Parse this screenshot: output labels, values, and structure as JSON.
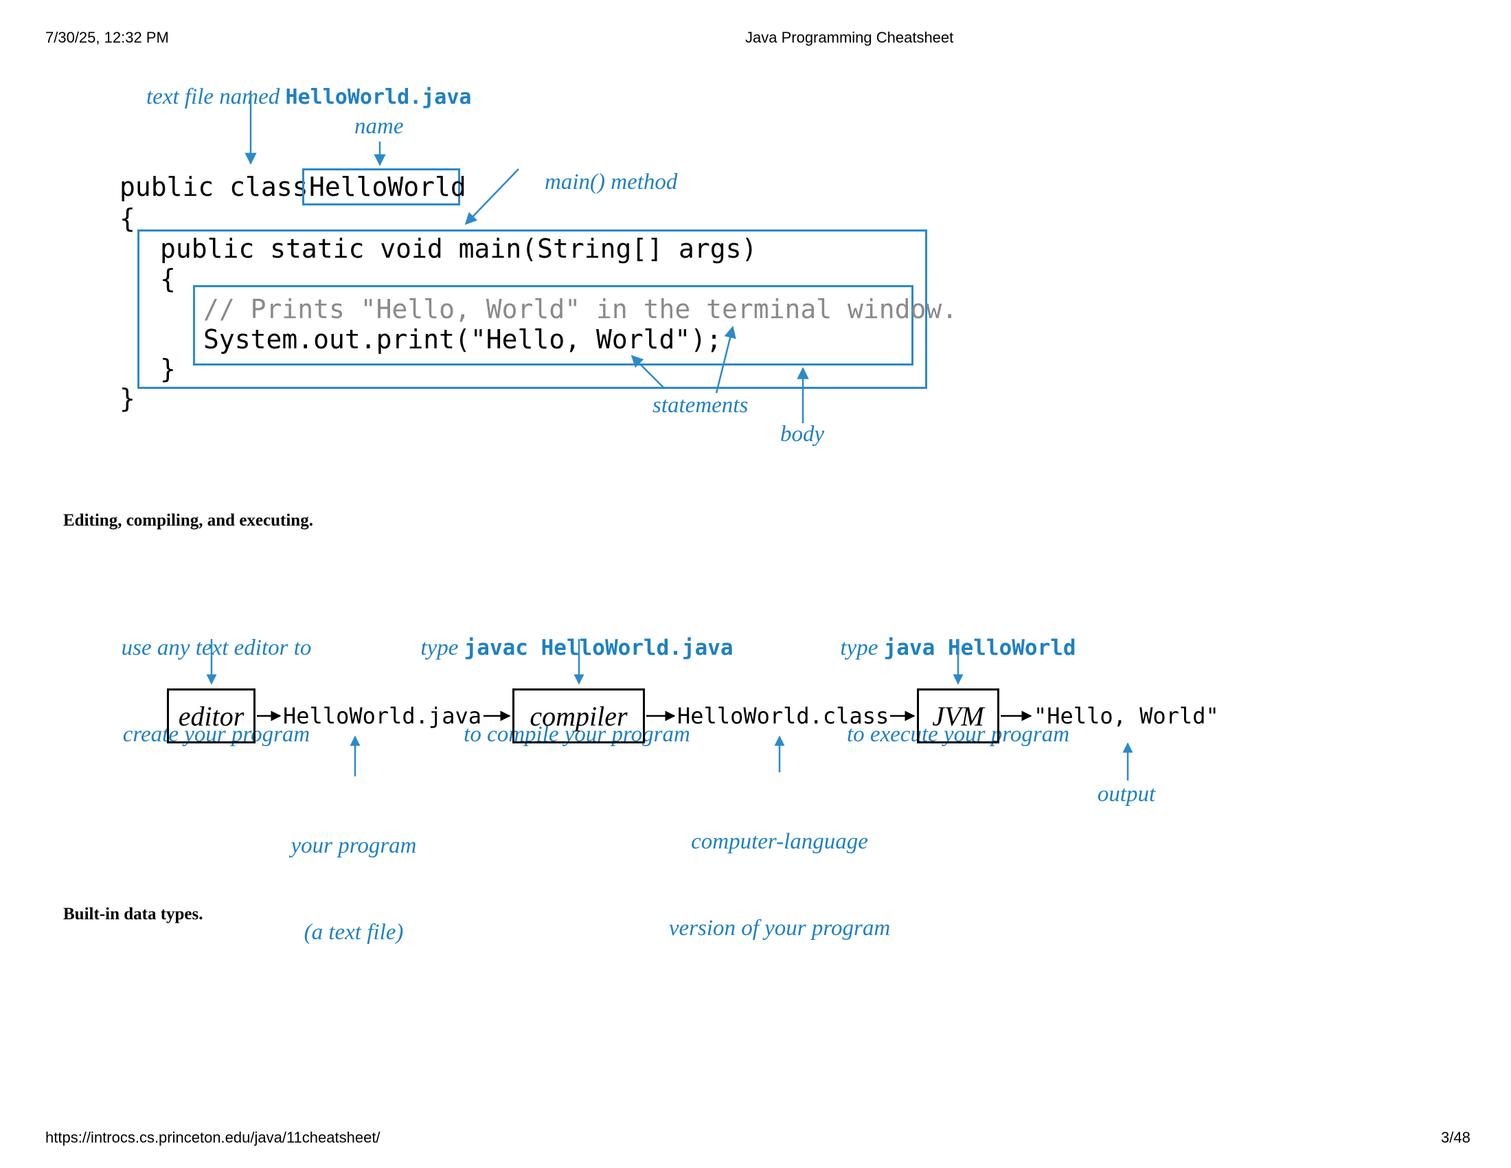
{
  "print_header": {
    "datetime": "7/30/25, 12:32 PM",
    "title": "Java Programming Cheatsheet"
  },
  "print_footer": {
    "url": "https://introcs.cs.princeton.edu/java/11cheatsheet/",
    "page": "3/48"
  },
  "figure1": {
    "label_file_prefix": "text file named ",
    "label_file_name": "HelloWorld.java",
    "label_name": "name",
    "label_main_code": "main()",
    "label_main_text": " method",
    "code_public_class": "public class",
    "code_class_name": "HelloWorld",
    "code_open_brace": "{",
    "code_main_signature": "public static void main(String[] args)",
    "code_inner_open": "{",
    "code_comment": "// Prints \"Hello, World\" in the terminal window.",
    "code_statement": "System.out.print(\"Hello, World\");",
    "code_inner_close": "}",
    "code_close_brace": "}",
    "label_statements": "statements",
    "label_body": "body"
  },
  "heading_editing": "Editing, compiling, and executing.",
  "figure2": {
    "editor_note_line1": "use any text editor to",
    "editor_note_line2": "create your program",
    "compile_note_prefix": "type ",
    "compile_note_cmd": "javac HelloWorld.java",
    "compile_note_line2": "to compile your program",
    "exec_note_prefix": "type ",
    "exec_note_cmd": "java HelloWorld",
    "exec_note_line2": "to execute your program",
    "box_editor": "editor",
    "file_java": "HelloWorld.java",
    "box_compiler": "compiler",
    "file_class": "HelloWorld.class",
    "box_jvm": "JVM",
    "output_text": "\"Hello, World\"",
    "program_note_line1": "your program",
    "program_note_line2": "(a text file)",
    "bytecode_note_line1": "computer-language",
    "bytecode_note_line2": "version of your program",
    "output_note": "output"
  },
  "heading_builtin": "Built-in data types.",
  "colors": {
    "annotation_blue": "#1f80c2",
    "box_blue": "#2b8ac9",
    "comment_gray": "#8a8a8a"
  }
}
